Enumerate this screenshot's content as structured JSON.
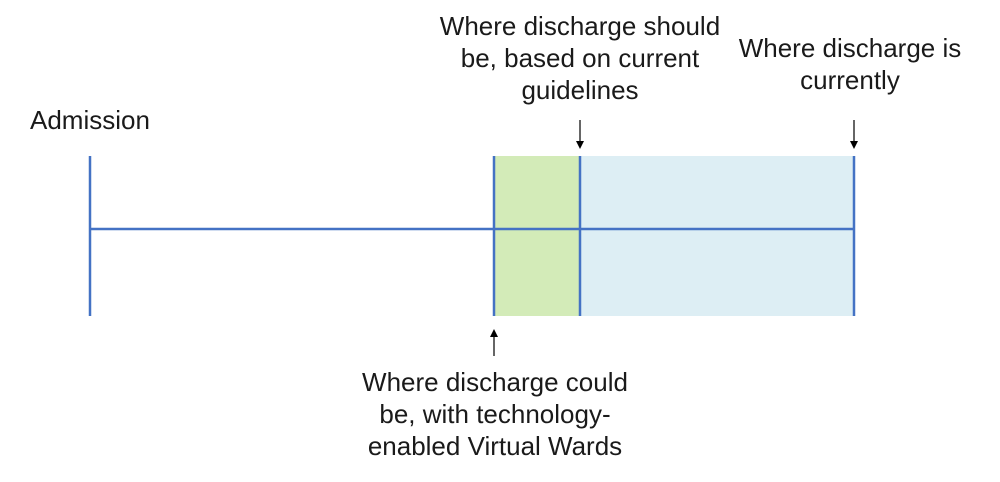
{
  "labels": {
    "admission": "Admission",
    "should_be": [
      "Where discharge should",
      "be, based on current",
      "guidelines"
    ],
    "currently": [
      "Where discharge is",
      "currently"
    ],
    "could_be": [
      "Where discharge could",
      "be, with technology-",
      "enabled Virtual Wards"
    ]
  },
  "colors": {
    "line": "#4472C4",
    "green_band": "#D3EBB8",
    "blue_band": "#DDEEF4",
    "arrow": "#000000"
  }
}
